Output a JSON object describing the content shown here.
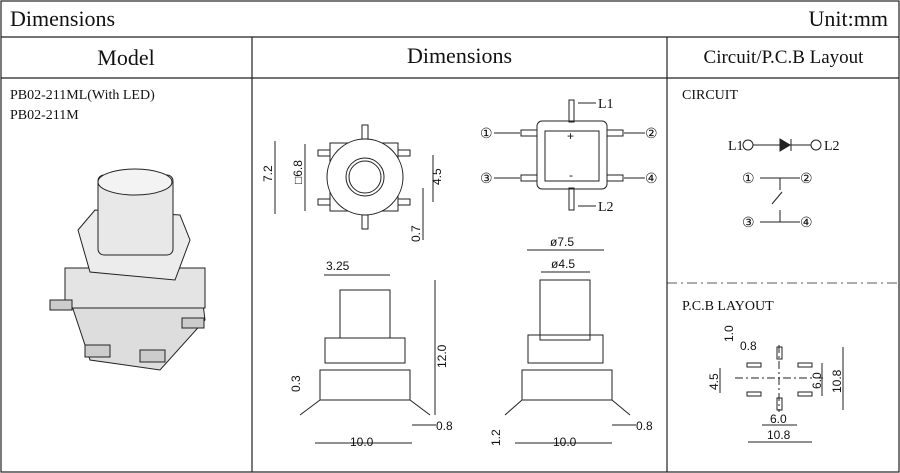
{
  "header": {
    "title": "Dimensions",
    "unit": "Unit:mm"
  },
  "columns": {
    "model": "Model",
    "dimensions": "Dimensions",
    "circuit": "Circuit/P.C.B Layout"
  },
  "models": [
    "PB02-211ML(With LED)",
    "PB02-211M"
  ],
  "top_view": {
    "d1": "7.2",
    "d2": "□6.8",
    "d3": "4.5",
    "d4": "0.7"
  },
  "bottom_view": {
    "p1": "①",
    "p2": "②",
    "p3": "③",
    "p4": "④",
    "l1": "L1",
    "l2": "L2",
    "plus": "+",
    "minus": "-"
  },
  "side_view": {
    "w_top": "3.25",
    "height": "12.0",
    "lead": "0.3",
    "width": "10.0",
    "foot": "0.8"
  },
  "front_view": {
    "cap": "ø7.5",
    "stem": "ø4.5",
    "base": "1.2",
    "width": "10.0",
    "foot": "0.8"
  },
  "circuit": {
    "title": "CIRCUIT",
    "l1": "L1",
    "l2": "L2",
    "p1": "①",
    "p2": "②",
    "p3": "③",
    "p4": "④"
  },
  "pcb": {
    "title": "P.C.B LAYOUT",
    "d1": "1.0",
    "d2": "0.8",
    "d3": "4.5",
    "d4": "6.0",
    "d5": "10.8",
    "d6": "6.0",
    "d7": "10.8"
  }
}
